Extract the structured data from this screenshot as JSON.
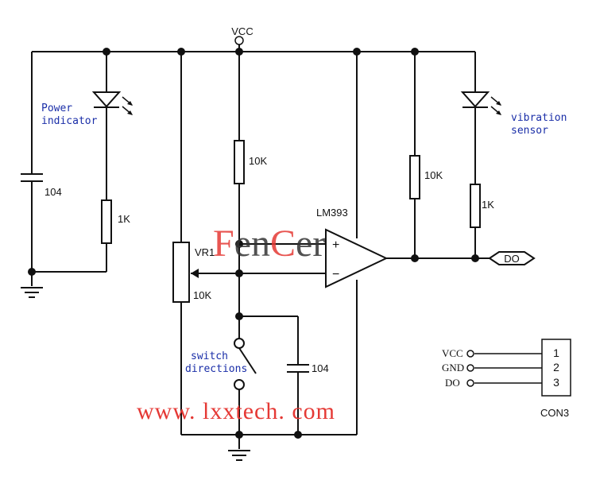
{
  "labels": {
    "vcc": "VCC",
    "power_note": [
      "Power",
      "indicator"
    ],
    "vib_note": [
      "vibration",
      "sensor"
    ],
    "c1": "104",
    "r_led1": "1K",
    "r_top": "10K",
    "vr_name": "VR1",
    "vr_value": "10K",
    "ic": "LM393",
    "plus": "+",
    "minus": "−",
    "r_pullup": "10K",
    "r_led2": "1K",
    "out": "DO",
    "sw_note": [
      "switch",
      "directions"
    ],
    "c2": "104",
    "connector": {
      "name": "CON3",
      "pins": [
        {
          "signal": "VCC",
          "num": "1"
        },
        {
          "signal": "GND",
          "num": "2"
        },
        {
          "signal": "DO",
          "num": "3"
        }
      ]
    }
  },
  "watermark": {
    "brand": [
      "F",
      "en",
      "C",
      "er"
    ],
    "site": "www. lxxtech. com"
  },
  "colors": {
    "brand": "#e53935",
    "brand_dark": "#333333",
    "note": "#1a2ea8",
    "wire": "#111111"
  }
}
